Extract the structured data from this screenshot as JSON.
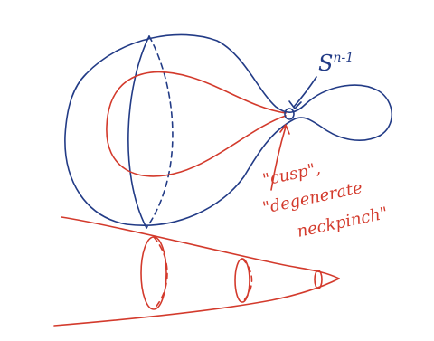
{
  "colors": {
    "ink_blue": "#223b86",
    "ink_red": "#d33a2c",
    "paper": "#ffffff"
  },
  "labels": {
    "sphere_base": "S",
    "sphere_exp": "n-1",
    "cusp": "\"cusp\",",
    "degenerate": "\"degenerate",
    "neckpinch": "neckpinch\""
  }
}
